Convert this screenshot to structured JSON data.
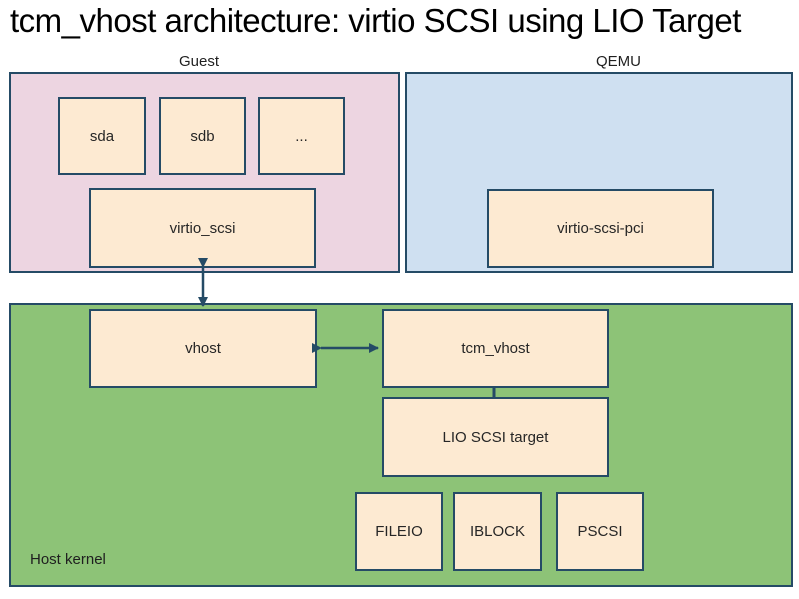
{
  "title": "tcm_vhost architecture: virtio SCSI using LIO Target",
  "groups": {
    "guest": {
      "label": "Guest",
      "bg": "#edd5e1"
    },
    "qemu": {
      "label": "QEMU",
      "bg": "#cfe0f1"
    },
    "host_kernel": {
      "label": "Host kernel",
      "bg": "#8dc377"
    }
  },
  "nodes": {
    "sda": {
      "label": "sda"
    },
    "sdb": {
      "label": "sdb"
    },
    "more_disks": {
      "label": "..."
    },
    "virtio_scsi": {
      "label": "virtio_scsi"
    },
    "virtio_scsi_pci": {
      "label": "virtio-scsi-pci"
    },
    "vhost": {
      "label": "vhost"
    },
    "tcm_vhost": {
      "label": "tcm_vhost"
    },
    "lio_scsi_target": {
      "label": "LIO SCSI target"
    },
    "fileio": {
      "label": "FILEIO"
    },
    "iblock": {
      "label": "IBLOCK"
    },
    "pscsi": {
      "label": "PSCSI"
    }
  },
  "connections": [
    {
      "from": "virtio_scsi",
      "to": "vhost",
      "style": "double-arrow",
      "orientation": "vertical"
    },
    {
      "from": "vhost",
      "to": "tcm_vhost",
      "style": "double-arrow",
      "orientation": "horizontal"
    },
    {
      "from": "tcm_vhost",
      "to": "lio_scsi_target",
      "style": "line",
      "orientation": "vertical"
    }
  ],
  "colors": {
    "node_fill": "#fdead2",
    "border_and_arrows": "#254b66",
    "guest_bg": "#edd5e1",
    "qemu_bg": "#cfe0f1",
    "host_kernel_bg": "#8dc377",
    "title_text": "#000000",
    "label_text": "#262626",
    "page_bg": "#ffffff"
  }
}
